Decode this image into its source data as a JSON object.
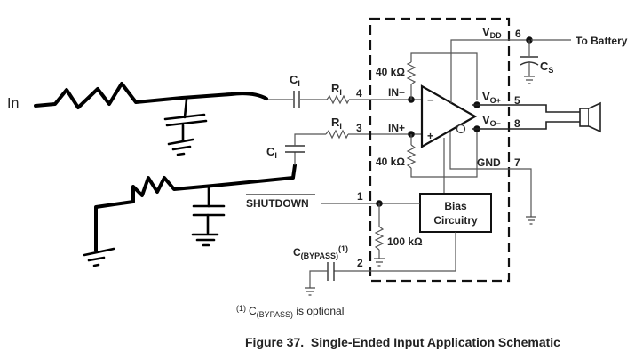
{
  "figure": {
    "caption": "Figure 37.  Single-Ended Input Application Schematic",
    "footnote_marker": "(1)",
    "footnote_sym": "C",
    "footnote_sub": "(BYPASS)",
    "footnote_text": " is optional"
  },
  "input": {
    "label": "In"
  },
  "components": {
    "ci_top": {
      "sym": "C",
      "sub": "I"
    },
    "ci_bottom": {
      "sym": "C",
      "sub": "I"
    },
    "ri_top": {
      "sym": "R",
      "sub": "I"
    },
    "ri_bottom": {
      "sym": "R",
      "sub": "I"
    },
    "rf_top": "40 kΩ",
    "rf_bottom": "40 kΩ",
    "r_shutdown": "100 kΩ",
    "cs": {
      "sym": "C",
      "sub": "S"
    },
    "cbypass": {
      "sym": "C",
      "sub": "(BYPASS)",
      "sup": "(1)"
    },
    "bias_line1": "Bias",
    "bias_line2": "Circuitry"
  },
  "pins": {
    "in_minus": {
      "num": "4",
      "name": "IN−"
    },
    "in_plus": {
      "num": "3",
      "name": "IN+"
    },
    "shutdown": {
      "num": "1",
      "name": "SHUTDOWN"
    },
    "bypass": {
      "num": "2"
    },
    "vdd": {
      "num": "6",
      "sym": "V",
      "sub": "DD"
    },
    "vo_plus": {
      "num": "5",
      "sym": "V",
      "sub": "O+"
    },
    "vo_minus": {
      "num": "8",
      "sym": "V",
      "sub": "O−"
    },
    "gnd": {
      "num": "7",
      "name": "GND"
    }
  },
  "opamp": {
    "minus": "−",
    "plus": "+"
  },
  "supply": {
    "label": "To Battery"
  }
}
